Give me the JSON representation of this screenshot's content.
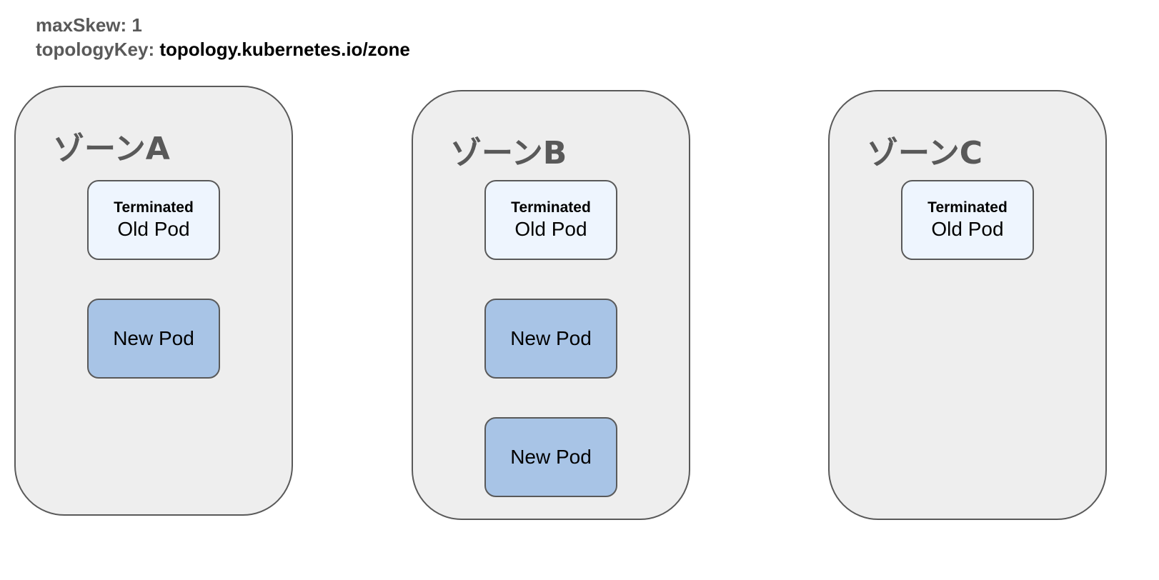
{
  "header": {
    "max_skew_label": "maxSkew:",
    "max_skew_value": "1",
    "topology_key_label": "topologyKey:",
    "topology_key_value": "topology.kubernetes.io/zone"
  },
  "zones": [
    {
      "title": "ゾーンA",
      "pods": [
        {
          "type": "old",
          "status": "Terminated",
          "name": "Old Pod"
        },
        {
          "type": "new",
          "name": "New Pod"
        }
      ]
    },
    {
      "title": "ゾーンB",
      "pods": [
        {
          "type": "old",
          "status": "Terminated",
          "name": "Old Pod"
        },
        {
          "type": "new",
          "name": "New Pod"
        },
        {
          "type": "new",
          "name": "New Pod"
        }
      ]
    },
    {
      "title": "ゾーンC",
      "pods": [
        {
          "type": "old",
          "status": "Terminated",
          "name": "Old Pod"
        }
      ]
    }
  ],
  "colors": {
    "zone_fill": "#eeeeee",
    "zone_border": "#595959",
    "old_pod_fill": "#eef5fe",
    "new_pod_fill": "#a8c4e6"
  }
}
